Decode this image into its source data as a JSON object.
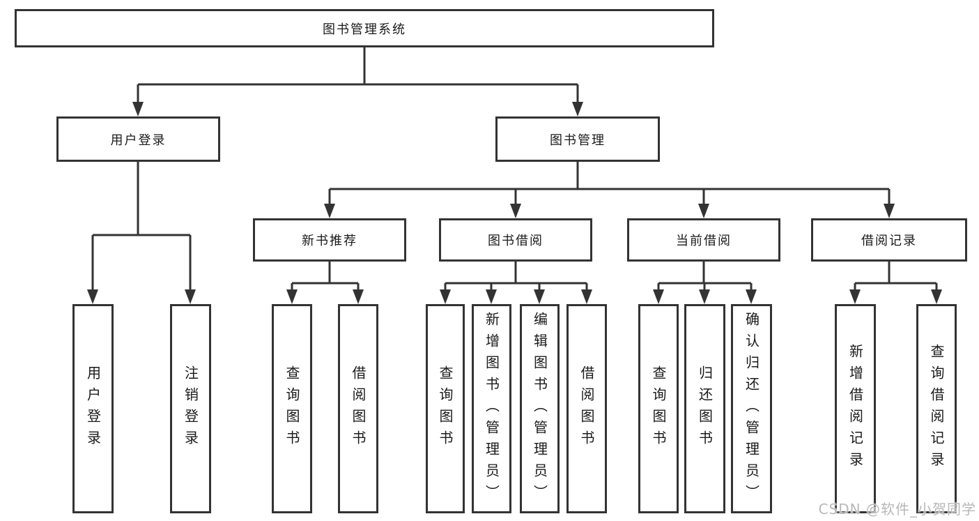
{
  "diagram": {
    "root": {
      "label": "图书管理系统"
    },
    "level2": [
      {
        "label": "用户登录"
      },
      {
        "label": "图书管理"
      }
    ],
    "level3": [
      {
        "label": "新书推荐"
      },
      {
        "label": "图书借阅"
      },
      {
        "label": "当前借阅"
      },
      {
        "label": "借阅记录"
      }
    ],
    "leaves": {
      "user": [
        "用户登录",
        "注销登录"
      ],
      "newbook": [
        "查询图书",
        "借阅图书"
      ],
      "borrow": [
        "查询图书",
        "新增图书（管理员）",
        "编辑图书（管理员）",
        "借阅图书"
      ],
      "current": [
        "查询图书",
        "归还图书",
        "确认归还（管理员）"
      ],
      "records": [
        "新增借阅记录",
        "查询借阅记录"
      ]
    }
  },
  "watermark": "CSDN @软件_小贺同学",
  "colors": {
    "line": "#333333",
    "text": "#1a1a1a",
    "background": "#ffffff",
    "watermark": "#b8b8b8"
  }
}
